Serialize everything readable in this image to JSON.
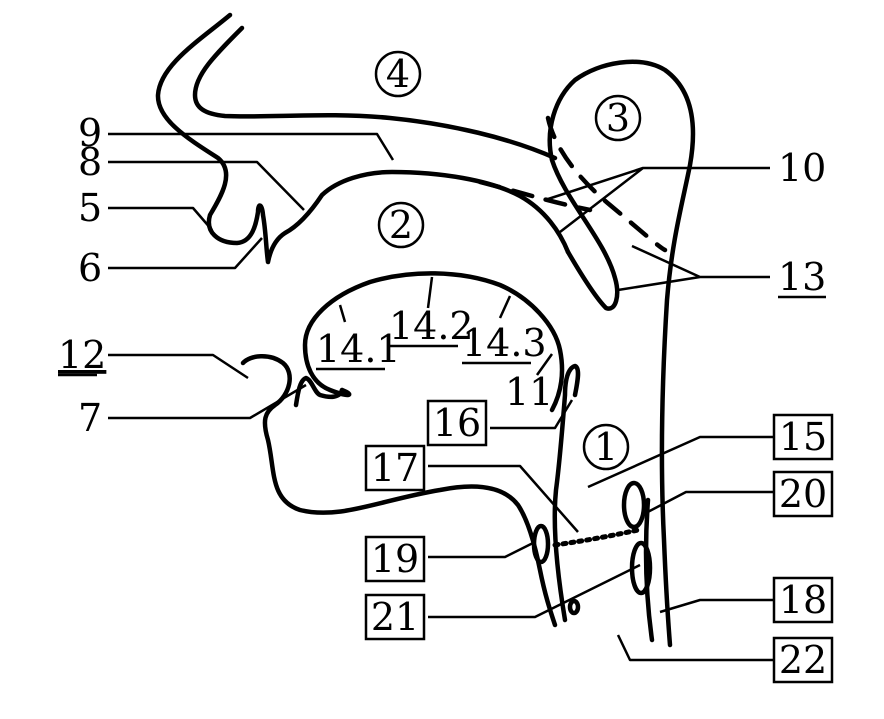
{
  "labels": {
    "l1": "1",
    "l2": "2",
    "l3": "3",
    "l4": "4",
    "l5": "5",
    "l6": "6",
    "l7": "7",
    "l8": "8",
    "l9": "9",
    "l10": "10",
    "l11": "11",
    "l12": "12",
    "l13": "13",
    "l14_1": "14.1",
    "l14_2": "14.2",
    "l14_3": "14.3",
    "l15": "15",
    "l16": "16",
    "l17": "17",
    "l18": "18",
    "l19": "19",
    "l20": "20",
    "l21": "21",
    "l22": "22"
  }
}
